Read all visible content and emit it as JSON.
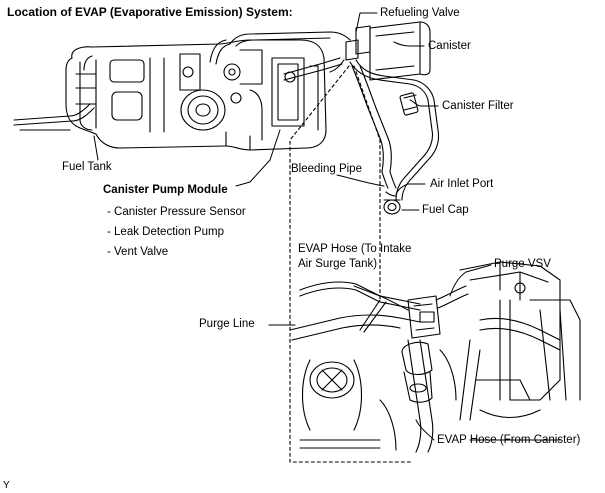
{
  "title": "Location of EVAP (Evaporative Emission) System:",
  "labels": {
    "refueling_valve": "Refueling Valve",
    "canister": "Canister",
    "canister_filter": "Canister Filter",
    "fuel_tank": "Fuel Tank",
    "bleeding_pipe": "Bleeding Pipe",
    "air_inlet_port": "Air Inlet Port",
    "fuel_cap": "Fuel Cap",
    "canister_pump_module": "Canister Pump Module",
    "canister_pressure_sensor": "- Canister Pressure Sensor",
    "leak_detection_pump": "- Leak Detection Pump",
    "vent_valve": "- Vent Valve",
    "evap_hose_intake_line1": "EVAP Hose (To Intake",
    "evap_hose_intake_line2": "Air Surge Tank)",
    "purge_vsv": "Purge VSV",
    "purge_line": "Purge Line",
    "evap_hose_canister": "EVAP Hose (From Canister)"
  },
  "corner_mark": "Y"
}
